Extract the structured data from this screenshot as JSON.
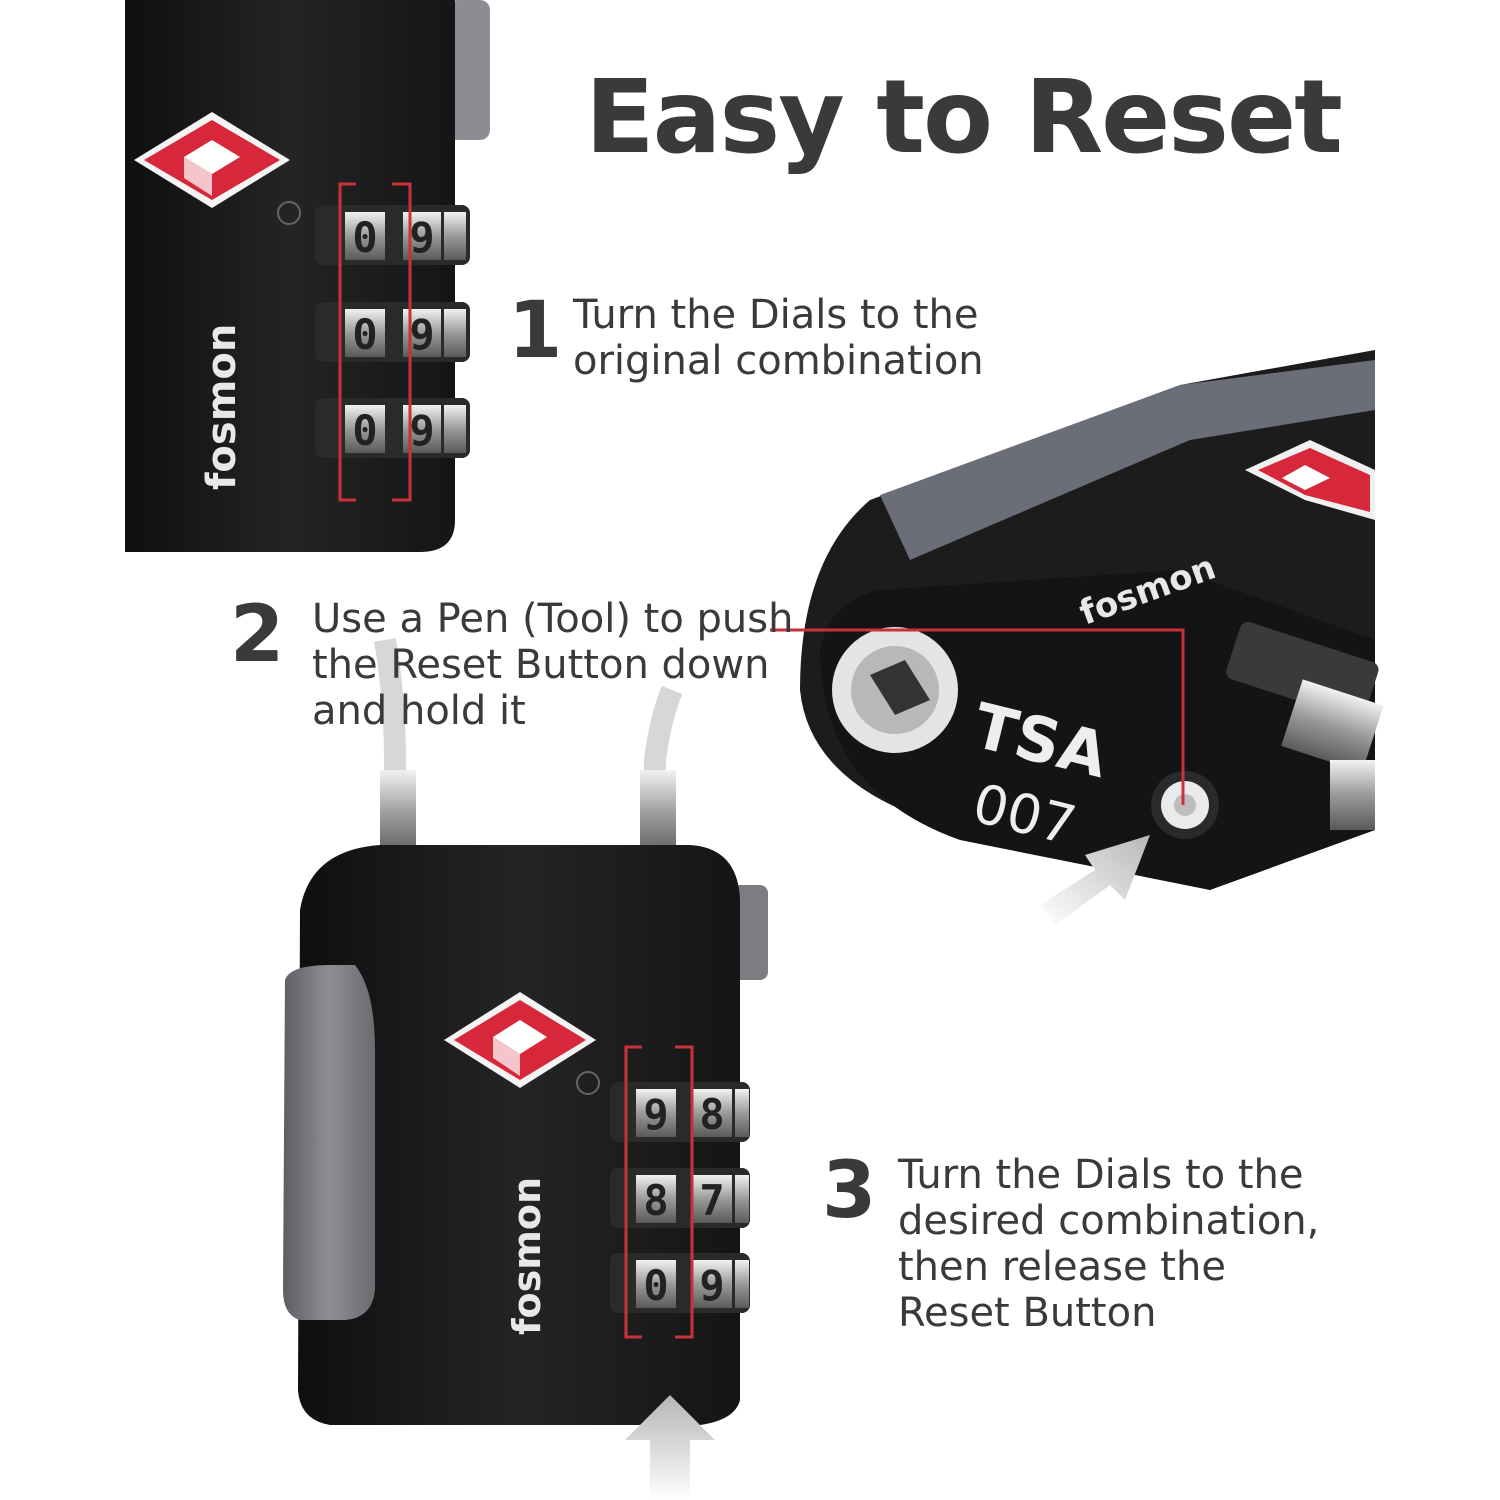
{
  "title": "Easy to Reset",
  "steps": [
    {
      "number": "1",
      "text": "Turn the Dials to the\noriginal combination"
    },
    {
      "number": "2",
      "text": "Use a Pen (Tool) to push\nthe Reset Button down\nand hold it"
    },
    {
      "number": "3",
      "text": "Turn the Dials to the\ndesired combination,\nthen release the\nReset Button"
    }
  ],
  "lock1": {
    "brand": "fosmon",
    "dials": [
      "0",
      "0",
      "0"
    ],
    "next_digit": "9"
  },
  "lock2": {
    "brand": "fosmon",
    "tsa": "TSA",
    "code": "007"
  },
  "lock3": {
    "brand": "fosmon",
    "dials": [
      "9",
      "8",
      "0"
    ],
    "next_digits": [
      "8",
      "7",
      "9"
    ]
  },
  "colors": {
    "accent": "#c8323a",
    "lock_body": "#1b1b1b",
    "text": "#3a3a3a",
    "tsa_red": "#d6283a"
  }
}
